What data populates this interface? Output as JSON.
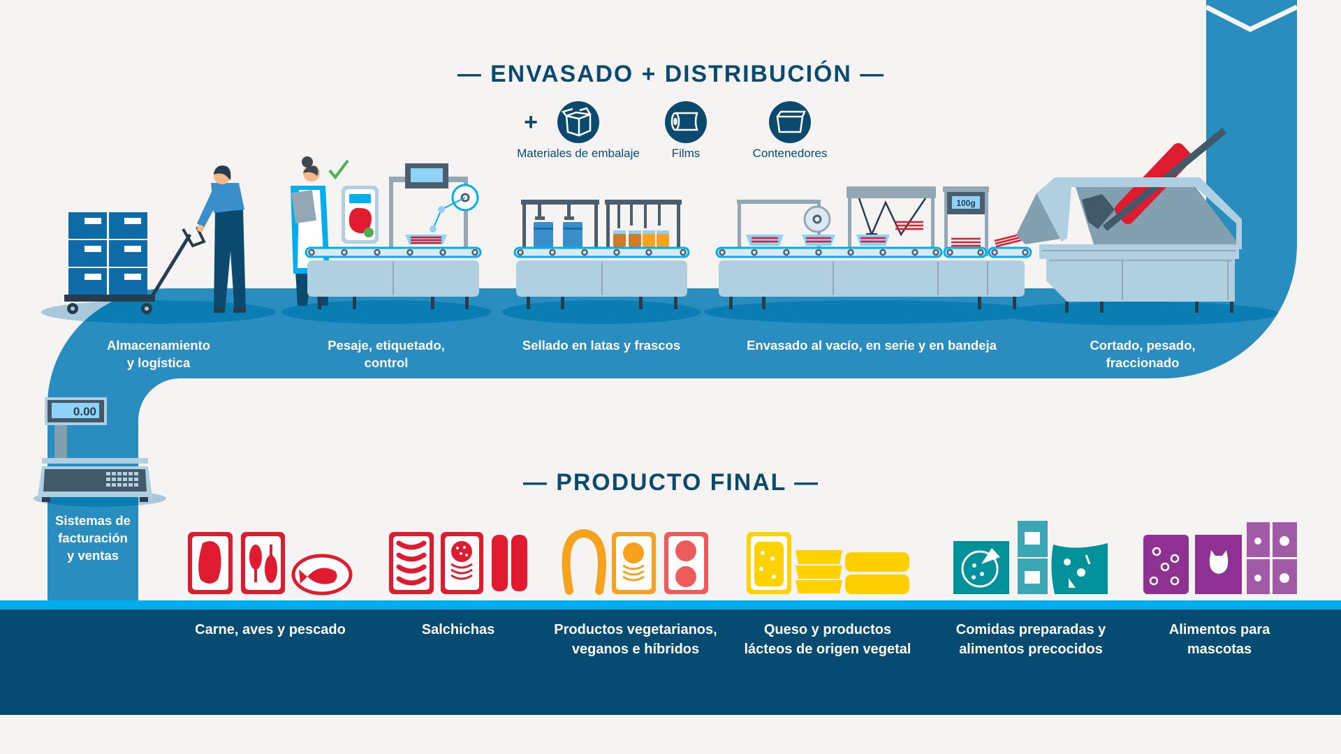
{
  "header": {
    "title": "— ENVASADO + DISTRIBUCIÓN —",
    "plus": "+"
  },
  "materials": [
    {
      "label": "Materiales de embalaje",
      "icon": "box-icon"
    },
    {
      "label": "Films",
      "icon": "film-roll-icon"
    },
    {
      "label": "Contenedores",
      "icon": "container-icon"
    }
  ],
  "stages": [
    {
      "lines": [
        "Almacenamiento",
        "y logística"
      ]
    },
    {
      "lines": [
        "Pesaje, etiquetado,",
        "control"
      ]
    },
    {
      "lines": [
        "Sellado en latas y frascos"
      ]
    },
    {
      "lines": [
        "Envasado al vacío, en serie y en bandeja"
      ]
    },
    {
      "lines": [
        "Cortado, pesado,",
        "fraccionado"
      ]
    }
  ],
  "billing": {
    "lines": [
      "Sistemas de",
      "facturación",
      "y ventas"
    ],
    "scale_display": "0.00"
  },
  "weigher_display": "100g",
  "final": {
    "title": "— PRODUCTO FINAL —",
    "categories": [
      {
        "lines": [
          "Carne, aves y pescado"
        ]
      },
      {
        "lines": [
          "Salchichas"
        ]
      },
      {
        "lines": [
          "Productos vegetarianos,",
          "veganos e híbridos"
        ]
      },
      {
        "lines": [
          "Queso y productos",
          "lácteos de origen vegetal"
        ]
      },
      {
        "lines": [
          "Comidas preparadas y",
          "alimentos precocidos"
        ]
      },
      {
        "lines": [
          "Alimentos para",
          "mascotas"
        ]
      }
    ]
  },
  "colors": {
    "background": "#f5f4f2",
    "pipe": "#2a8dc0",
    "navy": "#0b4a6e",
    "bottom_band": "#064b72",
    "accent_line": "#00aeef",
    "red": "#e01b2f",
    "orange": "#f6a21c",
    "yellow": "#ffd200",
    "teal": "#00929a",
    "purple": "#8e3192"
  }
}
